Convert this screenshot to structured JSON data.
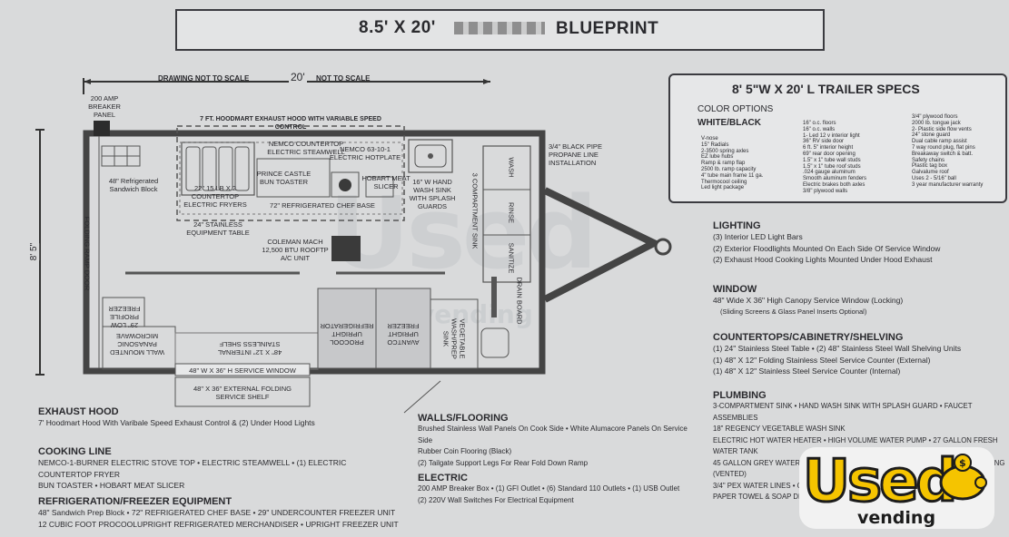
{
  "header": {
    "title_left": "8.5' X 20'",
    "title_right": "BLUEPRINT"
  },
  "drawing": {
    "scale_left": "DRAWING NOT TO SCALE",
    "scale_length": "20'",
    "scale_right": "NOT TO SCALE",
    "width_dim": "8' 5\"",
    "breaker_panel": "200 AMP BREAKER PANEL",
    "hood": "7 FT. HOODMART EXHAUST HOOD WITH VARIABLE SPEED CONTROL",
    "sandwich_block": "48\" Refrigerated Sandwich Block",
    "steamwell": "NEMCO COUNTERTOP ELECTRIC STEAMWELL",
    "hotplate": "NEMCO 63-10-1 ELECTRIC HOTPLATE",
    "toaster": "PRINCE CASTLE BUN TOASTER",
    "slicer": "HOBART MEAT SLICER",
    "fryers": "22\" 15 LB X 2 COUNTERTOP ELECTRIC FRYERS",
    "equip_table": "24\" STAINLESS EQUIPMENT TABLE",
    "chef_base": "72\" REFRIGERATED CHEF BASE",
    "hand_wash": "16\" W HAND WASH SINK WITH SPLASH GUARDS",
    "propane": "3/4\" BLACK PIPE PROPANE LINE INSTALLATION",
    "comp_sink": "3 COMPARTMENT SINK",
    "wash": "WASH",
    "rinse": "RINSE",
    "sanitize": "SANITIZE",
    "drain_board": "DRAIN BOARD",
    "ac_unit": "COLEMAN MACH 12,500 BTU ROOFTP A/C UNIT",
    "ramp_door": "FOLDING RAMP DOOR",
    "freezer": "29\" LOW PROFILE FREEZER",
    "microwave": "WALL MOUNTED PANASONIC MICROWAVE",
    "shelf_interior": "48\" X 12\" INTERNAL STAINLESS SHELF",
    "refrigerator": "PROCOOL UPRIGHT REFRIGERATOR",
    "upright_freezer": "AVANTCO UPRIGHT FREEZER",
    "veg_sink": "VEGETABLE WASH/PREP SINK",
    "service_window": "48\" W X 36\" H SERVICE WINDOW",
    "service_shelf": "48\" X 36\" EXTERNAL FOLDING SERVICE SHELF"
  },
  "specs": {
    "title": "8' 5\"W X 20' L TRAILER SPECS",
    "color_label": "COLOR OPTIONS",
    "color_value": "WHITE/BLACK",
    "col1": [
      "V-nose",
      "15\" Radials",
      "2-3500 spring axles",
      "EZ lube hubs",
      "Ramp & ramp flap",
      "2500 lb. ramp capacity",
      "4\" tube main frame 11 ga.",
      "Thermocool ceiling",
      "Led light package"
    ],
    "col2": [
      "16\" o.c. floors",
      "16\" o.c. walls",
      "1- Led 12 v interior light",
      "36\" RV side door",
      "6 ft. 5\" interior height",
      "69\" rear door opening",
      "1.5\" x 1\" tube wall studs",
      "1.5\" x 1\" tube roof studs",
      ".024 gauge aluminum",
      "Smooth aluminum fenders",
      "Electric brakes both axles",
      "3/8\" plywood walls"
    ],
    "col3": [
      "3/4\" plywood floors",
      "2000 lb. tongue jack",
      "2- Plastic side flow vents",
      "24\" stone guard",
      "Dual cable ramp assist",
      "7 way round plug, flat pins",
      "Breakaway switch & batt.",
      "Safety chains",
      "Plastic tag box",
      "Galvalume roof",
      "Uses 2 - 5/16\" ball",
      "3 year manufacturer warranty"
    ]
  },
  "lighting": {
    "heading": "LIGHTING",
    "items": [
      "(3) Interior LED Light Bars",
      "(2) Exterior Floodlights Mounted On Each Side Of Service Window",
      "(2) Exhaust Hood Cooking Lights Mounted Under Hood Exhaust"
    ]
  },
  "window": {
    "heading": "WINDOW",
    "items": [
      "48\" Wide X 36\" High Canopy Service Window (Locking)",
      "(Sliding Screens & Glass Panel Inserts Optional)"
    ]
  },
  "countertops": {
    "heading": "COUNTERTOPS/CABINETRY/SHELVING",
    "items": [
      "(1) 24\" Stainless Steel Table  •  (2) 48\" Stainless Steel Wall Shelving Units",
      "(1) 48\" X 12\" Folding Stainless Steel Service Counter (External)",
      "(1) 48\" X 12\" Stainless Steel Service Counter (Internal)"
    ]
  },
  "plumbing": {
    "heading": "PLUMBING",
    "items": [
      "3-COMPARTMENT SINK  •  HAND WASH SINK WITH SPLASH GUARD  •  FAUCET ASSEMBLIES",
      "18\" REGENCY VEGETABLE WASH SINK",
      "ELECTRIC HOT WATER HEATER  •  HIGH VOLUME WATER PUMP  •  27 GALLON FRESH WATER TANK",
      "45 GALLON GREY WATER TANK  •  EXTERNAL GRAVITY FILL PANEL  •  2\" PVC PLUMBING (VENTED)",
      "3/4\" PEX WATER LINES  •  CHECK VALVE/BACKFLOW PREVENTER",
      "PAPER TOWEL & SOAP DISPE"
    ]
  },
  "exhaust": {
    "heading": "EXHAUST HOOD",
    "items": [
      "7' Hoodmart Hood With Varibale Speed Exhaust Control & (2) Under Hood Lights"
    ]
  },
  "cooking": {
    "heading": "COOKING LINE",
    "items": [
      "NEMCO-1-BURNER ELECTRIC STOVE TOP  •  ELECTRIC STEAMWELL  •  (1) ELECTRIC COUNTERTOP FRYER",
      "BUN TOASTER  •  HOBART MEAT SLICER"
    ]
  },
  "refrigeration": {
    "heading": "REFRIGERATION/FREEZER EQUIPMENT",
    "items": [
      "48\" Sandwich Prep Block  •  72\" REFRIGERATED CHEF BASE  •  29\" UNDERCOUNTER FREEZER UNIT",
      "12 CUBIC FOOT PROCOOLUPRIGHT REFRIGERATED MERCHANDISER  •  UPRIGHT FREEZER UNIT"
    ]
  },
  "walls": {
    "heading": "WALLS/FLOORING",
    "items": [
      "Brushed Stainless Wall Panels On Cook Side  •  White Alumacore Panels On Service Side",
      "Rubber Coin Flooring (Black)",
      "(2) Tailgate Support Legs For Rear Fold Down Ramp"
    ]
  },
  "electric": {
    "heading": "ELECTRIC",
    "items": [
      "200 AMP Breaker Box  •  (1) GFI Outlet  •  (6) Standard 110 Outlets  •  (1) USB Outlet",
      "(2) 220V Wall Switches For Electrical Equipment"
    ]
  },
  "logo": {
    "word": "Used",
    "sub": "vending"
  }
}
